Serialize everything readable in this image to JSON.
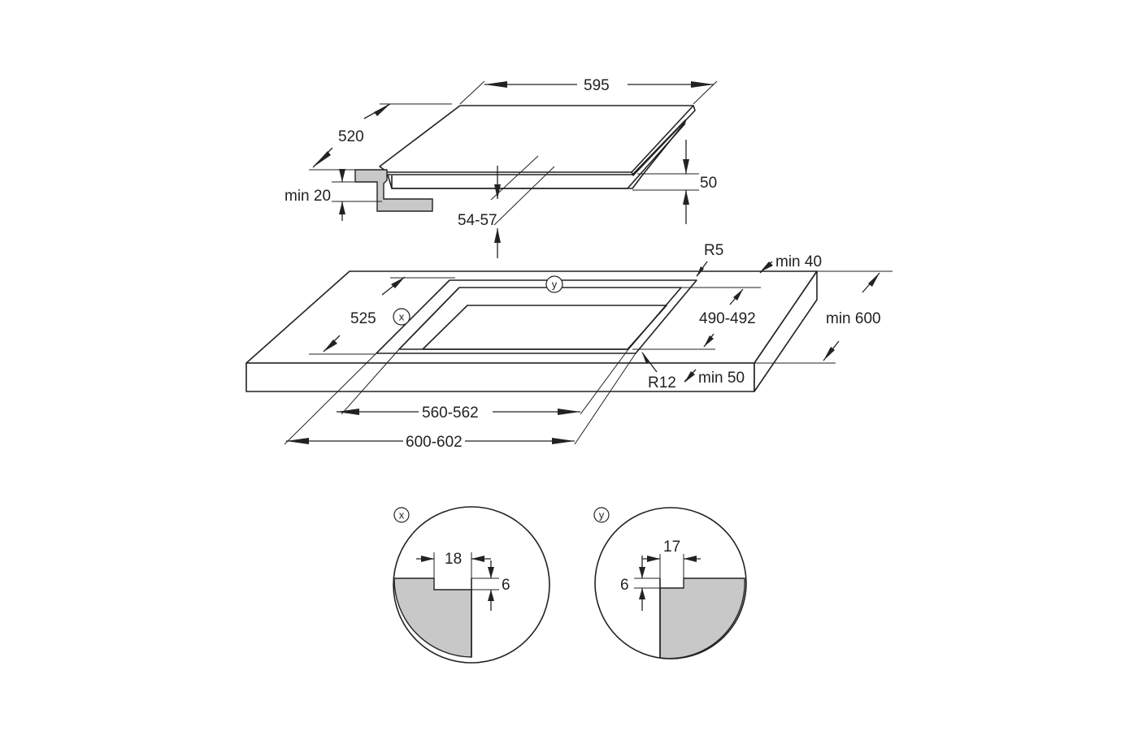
{
  "hob": {
    "width": "595",
    "depth": "520",
    "height": "50",
    "min_clearance": "min 20",
    "cut_height": "54-57"
  },
  "worktop": {
    "corner_radius_top": "R5",
    "min_back": "min 40",
    "depth_cut": "525",
    "depth_inner": "490-492",
    "min_depth": "min 600",
    "corner_radius_inner": "R12",
    "min_front": "min 50",
    "width_inner": "560-562",
    "width_cut": "600-602"
  },
  "markers": {
    "x": "x",
    "y": "y"
  },
  "detail_x": {
    "marker": "x",
    "width": "18",
    "depth": "6"
  },
  "detail_y": {
    "marker": "y",
    "width": "17",
    "depth": "6"
  }
}
